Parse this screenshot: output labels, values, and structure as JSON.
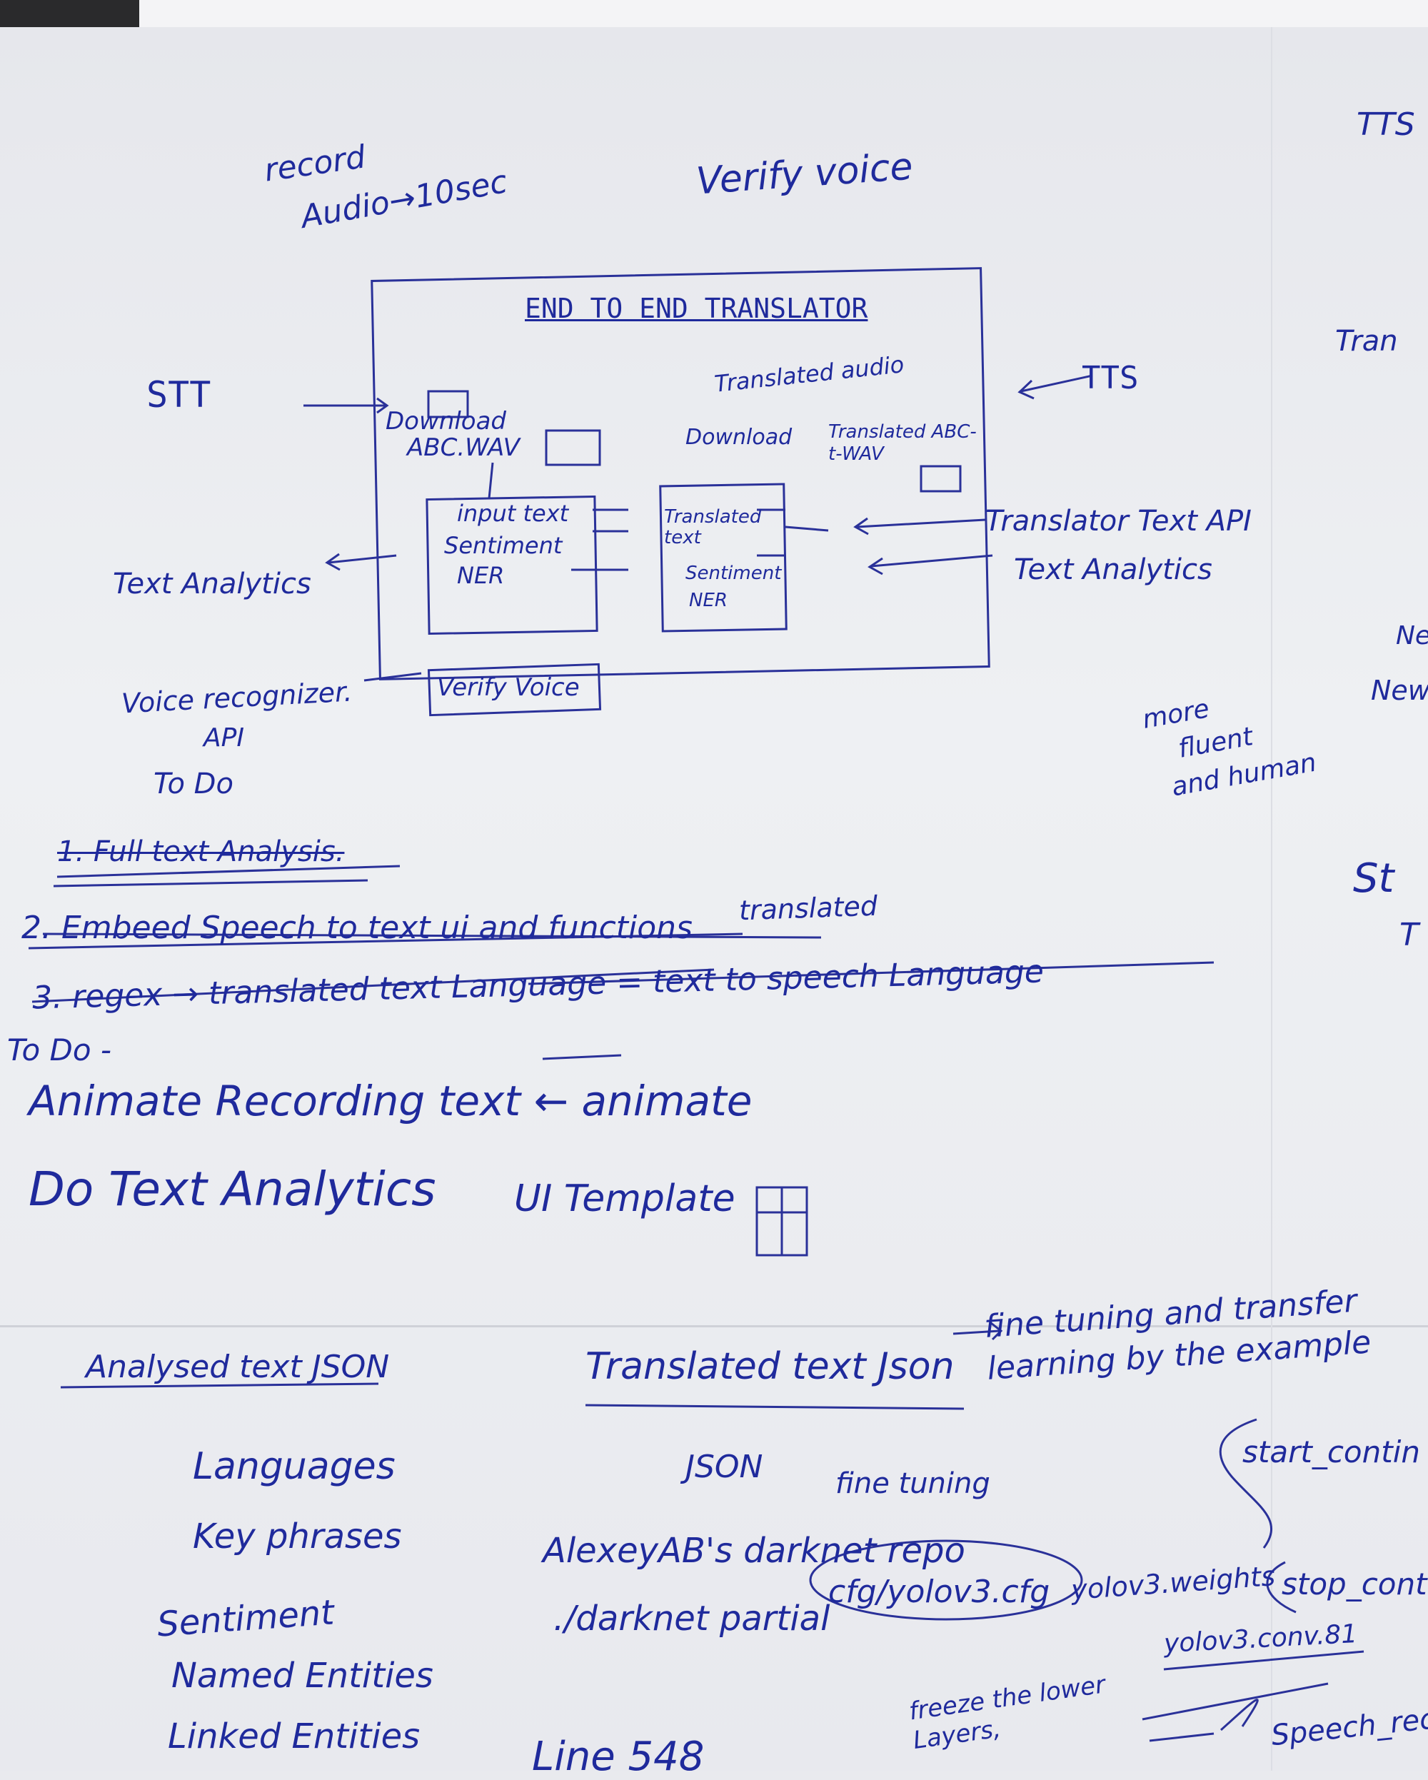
{
  "top": {
    "record_audio_line1": "record",
    "record_audio_line2": "Audio→10sec",
    "verify_voice": "Verify voice",
    "tts_corner": "TTS"
  },
  "diagram": {
    "title": "END TO END TRANSLATOR",
    "stt": "STT",
    "download": "Download",
    "abc_wav": "ABC.WAV",
    "translated_audio": "Translated audio",
    "download2": "Download",
    "translated_abc_wav": "Translated ABC-t-WAV",
    "tts": "TTS",
    "input_box": [
      "input text",
      "Sentiment",
      "NER"
    ],
    "translated_box": [
      "Translated text",
      "Sentiment",
      "NER"
    ],
    "translator_text_api": "Translator Text API",
    "text_analytics_right": "Text Analytics",
    "text_analytics_left": "Text Analytics",
    "voice_recognizer": "Voice recognizer.",
    "api": "API",
    "verify_voice_box": "Verify Voice",
    "more_fluent": [
      "more",
      "fluent",
      "and human"
    ],
    "right_margin": [
      "Tran",
      "Ne",
      "New",
      "St",
      "T"
    ]
  },
  "todo1": {
    "heading": "To Do",
    "items": [
      "1. Full text Analysis.",
      "2. Embeed Speech to text ui and functions",
      "3. regex → translated text Language = text to speech Language"
    ],
    "translated_note": "translated"
  },
  "todo2": {
    "heading": "To Do -",
    "items": [
      "Animate Recording text ← animate",
      "Do Text Analytics"
    ],
    "ui_template": "UI Template"
  },
  "bottom": {
    "analysed_heading": "Analysed text JSON",
    "analysed_items": [
      "Languages",
      "Key phrases",
      "Sentiment",
      "Named Entities",
      "Linked Entities"
    ],
    "translated_heading": "Translated text Json",
    "fine_tuning_note": "fine tuning and transfer learning by the example",
    "json_label": "JSON",
    "fine_tuning": "fine tuning",
    "darknet_repo": "AlexeyAB's darknet repo",
    "darknet_partial": "./darknet partial",
    "cfg": "cfg/yolov3.cfg",
    "weights": "yolov3.weights",
    "conv": "yolov3.conv.81",
    "start_cont": "start_contin",
    "stop_cont": "stop_cont",
    "freeze": "freeze the lower Layers,",
    "line": "Line 548",
    "speech_rec": "Speech_reco"
  },
  "colors": {
    "ink": "#1f2a9c",
    "paper": "#eceef2"
  }
}
